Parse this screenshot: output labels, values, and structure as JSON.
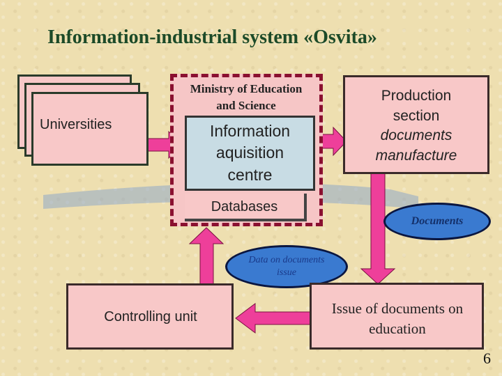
{
  "title": "Information-industrial system «Osvita»",
  "universities": {
    "label": "Universities"
  },
  "ministry": {
    "line1": "Ministry of Education",
    "line2": "and Science"
  },
  "info_centre": {
    "line1": "Information",
    "line2": "aquisition",
    "line3": "centre"
  },
  "databases": {
    "label": "Databases"
  },
  "production": {
    "line1": "Production",
    "line2": "section",
    "line3": "documents",
    "line4": "manufacture"
  },
  "documents_ellipse": {
    "label": "Documents"
  },
  "data_ellipse": {
    "line1": "Data on documents",
    "line2": "issue"
  },
  "controlling_unit": {
    "label": "Controlling unit"
  },
  "issue_box": {
    "line1": "Issue of documents on",
    "line2": "education"
  },
  "page_number": "6",
  "colors": {
    "box_fill": "#f8c8c8",
    "arrow": "#ee3f9a",
    "ellipse": "#3a7ad0",
    "title": "#1c4a28",
    "centre_fill": "#c8dce4"
  }
}
